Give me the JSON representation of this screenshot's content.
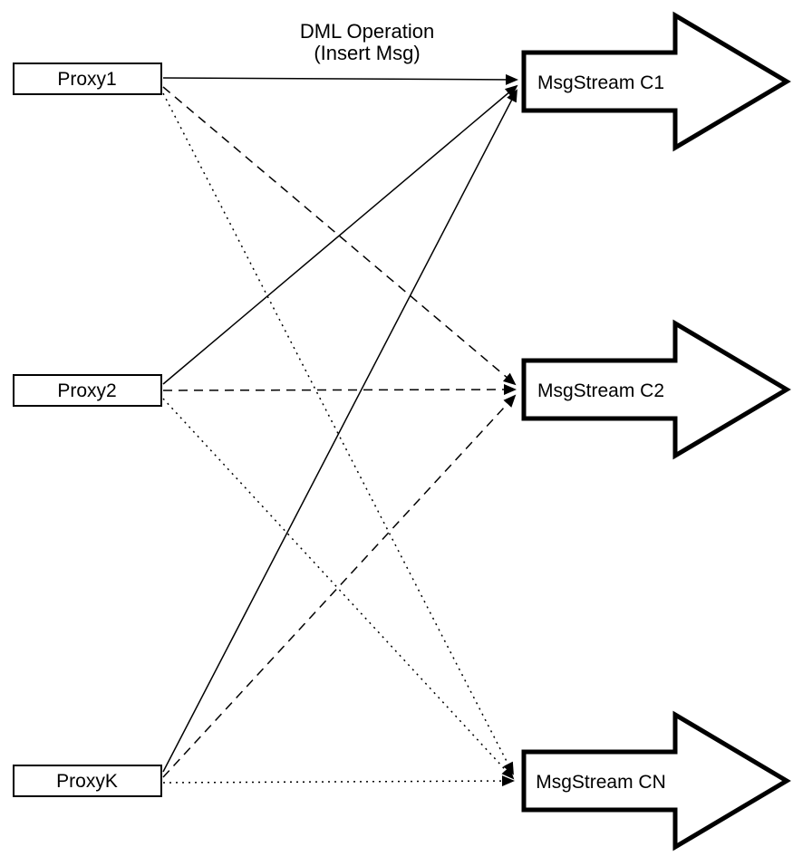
{
  "diagram": {
    "title_line1": "DML Operation",
    "title_line2": "(Insert Msg)",
    "proxies": [
      {
        "label": "Proxy1"
      },
      {
        "label": "Proxy2"
      },
      {
        "label": "ProxyK"
      }
    ],
    "streams": [
      {
        "label": "MsgStream C1"
      },
      {
        "label": "MsgStream C2"
      },
      {
        "label": "MsgStream CN"
      }
    ],
    "edges": [
      {
        "from": "Proxy1",
        "to": "MsgStream C1",
        "style": "solid"
      },
      {
        "from": "Proxy1",
        "to": "MsgStream C2",
        "style": "dashed"
      },
      {
        "from": "Proxy1",
        "to": "MsgStream CN",
        "style": "dotted"
      },
      {
        "from": "Proxy2",
        "to": "MsgStream C1",
        "style": "solid"
      },
      {
        "from": "Proxy2",
        "to": "MsgStream C2",
        "style": "dashed"
      },
      {
        "from": "Proxy2",
        "to": "MsgStream CN",
        "style": "dotted"
      },
      {
        "from": "ProxyK",
        "to": "MsgStream C1",
        "style": "solid"
      },
      {
        "from": "ProxyK",
        "to": "MsgStream C2",
        "style": "dashed"
      },
      {
        "from": "ProxyK",
        "to": "MsgStream CN",
        "style": "dotted"
      }
    ],
    "colors": {
      "line": "#000000",
      "fill": "#ffffff",
      "text": "#000000"
    }
  }
}
